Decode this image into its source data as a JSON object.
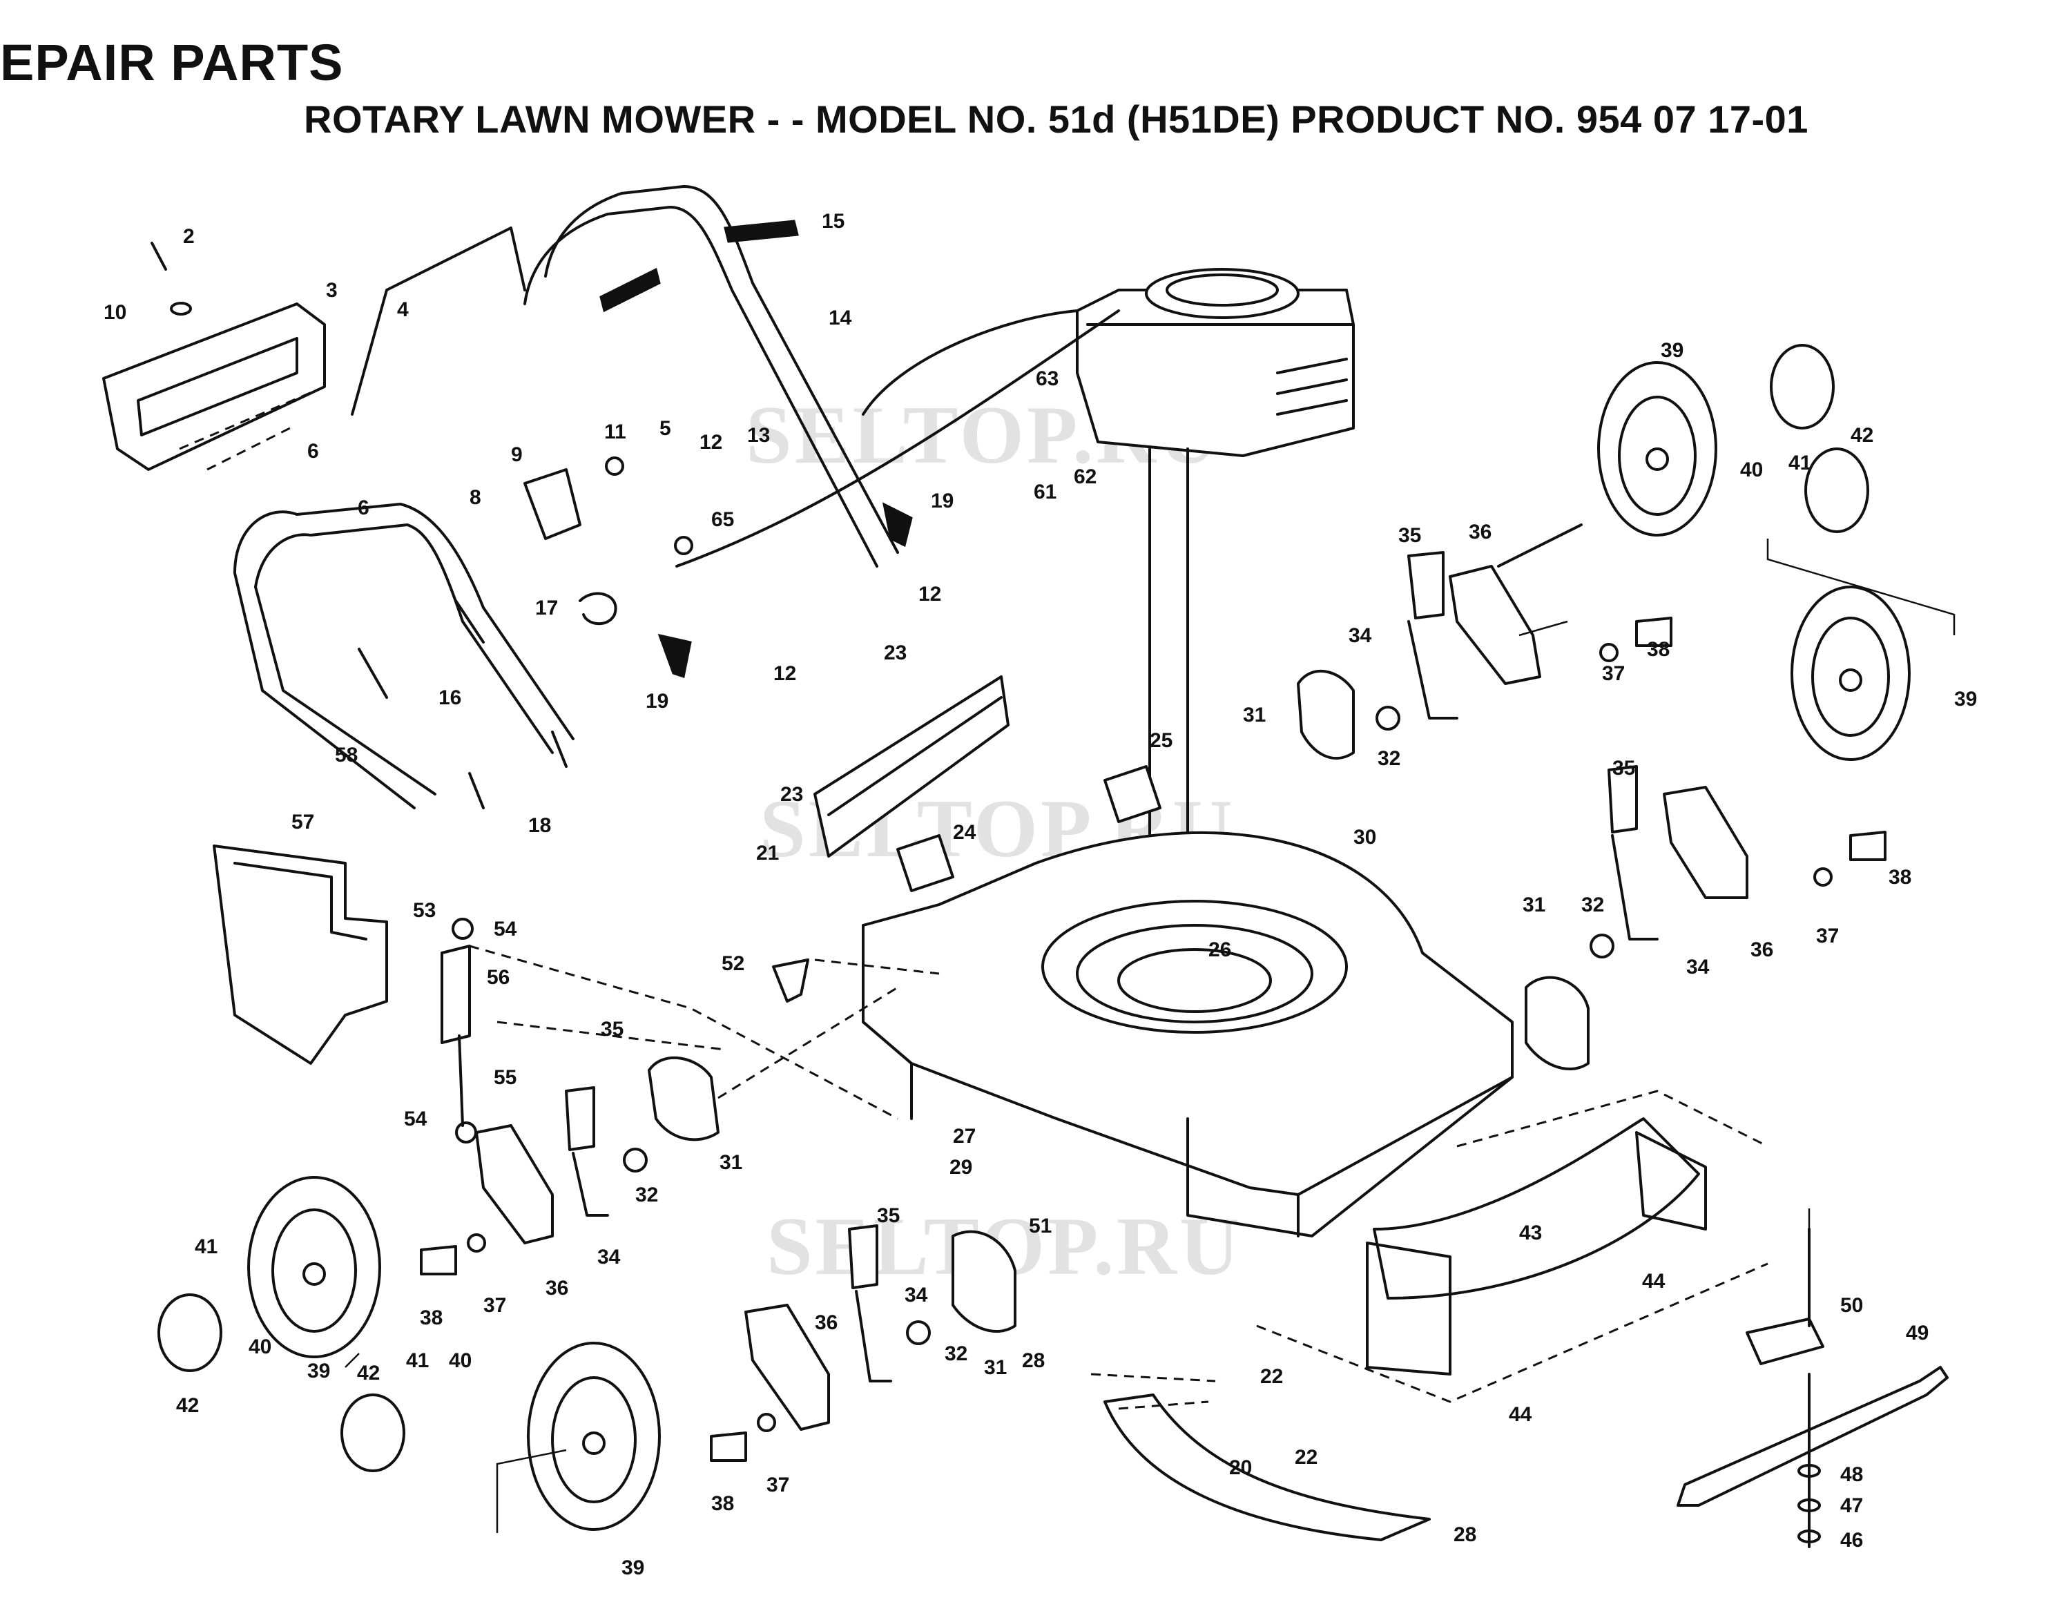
{
  "header": {
    "title": "EPAIR PARTS",
    "subtitle": "ROTARY LAWN MOWER - - MODEL NO. 51d (H51DE) PRODUCT NO. 954 07 17-01"
  },
  "watermarks": [
    "SELTOP.RU",
    "SELTOP.RU",
    "SELTOP.RU"
  ],
  "callouts": {
    "c2": "2",
    "c10": "10",
    "c3": "3",
    "c4": "4",
    "c6a": "6",
    "c6b": "6",
    "c15": "15",
    "c14": "14",
    "c13": "13",
    "c12a": "12",
    "c12b": "12",
    "c12c": "12",
    "c11": "11",
    "c5": "5",
    "c9": "9",
    "c8": "8",
    "c65": "65",
    "c17": "17",
    "c19a": "19",
    "c19b": "19",
    "c16": "16",
    "c58": "58",
    "c18": "18",
    "c23a": "23",
    "c23b": "23",
    "c21": "21",
    "c24": "24",
    "c25": "25",
    "c63": "63",
    "c62": "62",
    "c61": "61",
    "c39a": "39",
    "c39b": "39",
    "c39c": "39",
    "c39d": "39",
    "c40a": "40",
    "c40b": "40",
    "c40c": "40",
    "c41a": "41",
    "c41b": "41",
    "c41c": "41",
    "c42a": "42",
    "c42b": "42",
    "c42c": "42",
    "c35a": "35",
    "c35b": "35",
    "c35c": "35",
    "c35d": "35",
    "c36a": "36",
    "c36b": "36",
    "c36c": "36",
    "c36d": "36",
    "c34a": "34",
    "c34b": "34",
    "c34c": "34",
    "c34d": "34",
    "c37a": "37",
    "c37b": "37",
    "c37c": "37",
    "c37d": "37",
    "c38a": "38",
    "c38b": "38",
    "c38c": "38",
    "c38d": "38",
    "c31a": "31",
    "c31b": "31",
    "c31c": "31",
    "c31d": "31",
    "c32a": "32",
    "c32b": "32",
    "c32c": "32",
    "c32d": "32",
    "c30": "30",
    "c26": "26",
    "c57": "57",
    "c53": "53",
    "c54a": "54",
    "c54b": "54",
    "c56": "56",
    "c55": "55",
    "c52": "52",
    "c27": "27",
    "c29": "29",
    "c51": "51",
    "c28a": "28",
    "c28b": "28",
    "c22a": "22",
    "c22b": "22",
    "c20": "20",
    "c43": "43",
    "c44a": "44",
    "c44b": "44",
    "c50": "50",
    "c49": "49",
    "c48": "48",
    "c47": "47",
    "c46": "46"
  }
}
